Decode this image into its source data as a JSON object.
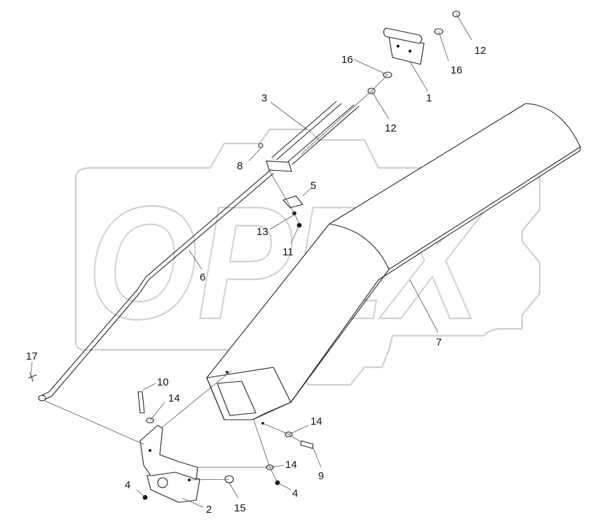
{
  "watermark": {
    "text": "OPEX"
  },
  "callouts": {
    "c1": "1",
    "c2": "2",
    "c3": "3",
    "c4a": "4",
    "c4b": "4",
    "c5": "5",
    "c6": "6",
    "c7": "7",
    "c8": "8",
    "c9": "9",
    "c10": "10",
    "c11": "11",
    "c12a": "12",
    "c12b": "12",
    "c13": "13",
    "c14a": "14",
    "c14b": "14",
    "c14c": "14",
    "c15": "15",
    "c16a": "16",
    "c16b": "16",
    "c17": "17"
  },
  "colors": {
    "line": "#222222",
    "watermark": "#cfcfcf",
    "background": "#ffffff"
  }
}
